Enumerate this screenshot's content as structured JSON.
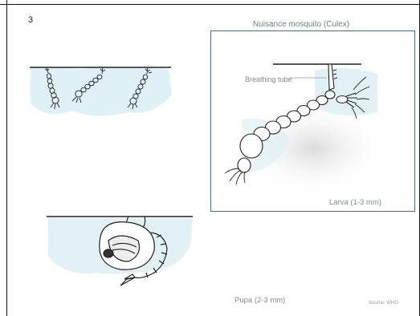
{
  "slide": {
    "page_number": "3",
    "title": "Nuisance mosquito (Culex)",
    "breathing_tube_label": "Breathing tube",
    "larva_label": "Larva (1-3 mm)",
    "pupa_label": "Pupa (2-3 mm)",
    "source": "Source: WHO"
  },
  "colors": {
    "water": "#dceff5",
    "box_border": "#4a6b8a",
    "ink": "#222222"
  }
}
